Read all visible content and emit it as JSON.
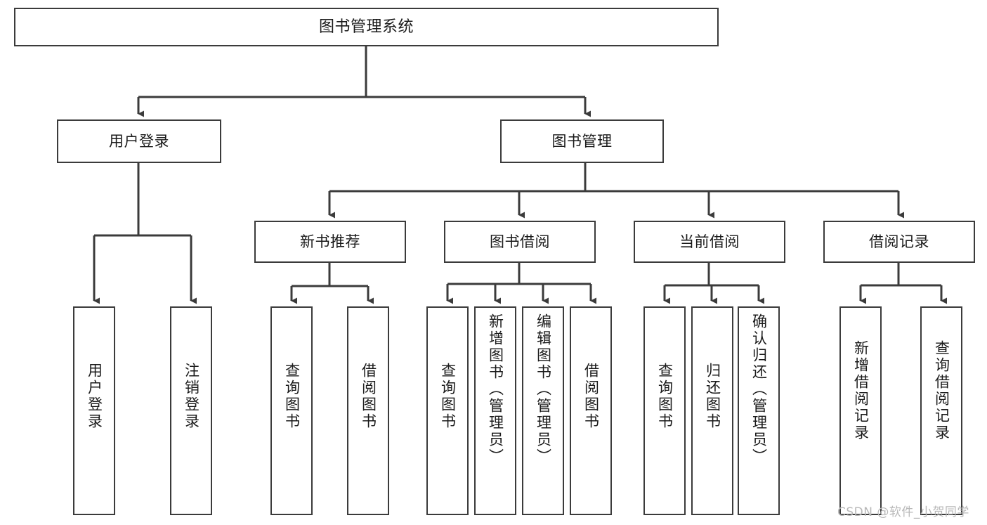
{
  "diagram": {
    "type": "tree",
    "title": "图书管理系统",
    "orientation": "top-down",
    "style": {
      "box_border_color": "#3b3b3b",
      "box_fill_color": "#ffffff",
      "edge_color": "#3b3b3b",
      "text_color": "#1a1a1a",
      "background": "#ffffff"
    }
  },
  "nodes": {
    "root": {
      "label": "图书管理系统"
    },
    "level2": [
      {
        "id": "user-login",
        "label": "用户登录"
      },
      {
        "id": "book-manage",
        "label": "图书管理"
      }
    ],
    "level3": [
      {
        "id": "new-book-recommend",
        "label": "新书推荐"
      },
      {
        "id": "book-borrow",
        "label": "图书借阅"
      },
      {
        "id": "current-borrow",
        "label": "当前借阅"
      },
      {
        "id": "borrow-record",
        "label": "借阅记录"
      }
    ],
    "leaves": {
      "user_login": [
        {
          "id": "leaf-user-login",
          "label": "用户登录"
        },
        {
          "id": "leaf-logout-login",
          "label": "注销登录"
        }
      ],
      "new_book_recommend": [
        {
          "id": "leaf-query-book-1",
          "label": "查询图书"
        },
        {
          "id": "leaf-borrow-book-1",
          "label": "借阅图书"
        }
      ],
      "book_borrow": [
        {
          "id": "leaf-query-book-2",
          "label": "查询图书"
        },
        {
          "id": "leaf-add-book",
          "label": "新增图书（管理员）"
        },
        {
          "id": "leaf-edit-book",
          "label": "编辑图书（管理员）"
        },
        {
          "id": "leaf-borrow-book-2",
          "label": "借阅图书"
        }
      ],
      "current_borrow": [
        {
          "id": "leaf-query-book-3",
          "label": "查询图书"
        },
        {
          "id": "leaf-return-book",
          "label": "归还图书"
        },
        {
          "id": "leaf-confirm-return",
          "label": "确认归还（管理员）"
        }
      ],
      "borrow_record": [
        {
          "id": "leaf-add-record",
          "label": "新增借阅记录"
        },
        {
          "id": "leaf-query-record",
          "label": "查询借阅记录"
        }
      ]
    }
  },
  "watermark": {
    "text": "CSDN @软件_小贺同学"
  }
}
